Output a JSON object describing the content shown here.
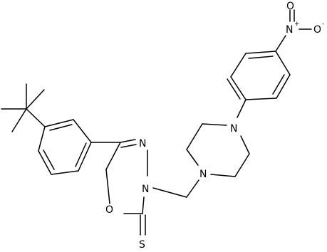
{
  "structure": {
    "atoms": {
      "s": "S",
      "o_ring": "O",
      "n_3": "N",
      "n_4": "N",
      "n_pip_1": "N",
      "n_pip_4": "N",
      "n_nitro": "N",
      "o_nitro_top": "O",
      "o_nitro_right": "O",
      "nitro_n_charge": "+",
      "nitro_o_charge": "-"
    }
  }
}
